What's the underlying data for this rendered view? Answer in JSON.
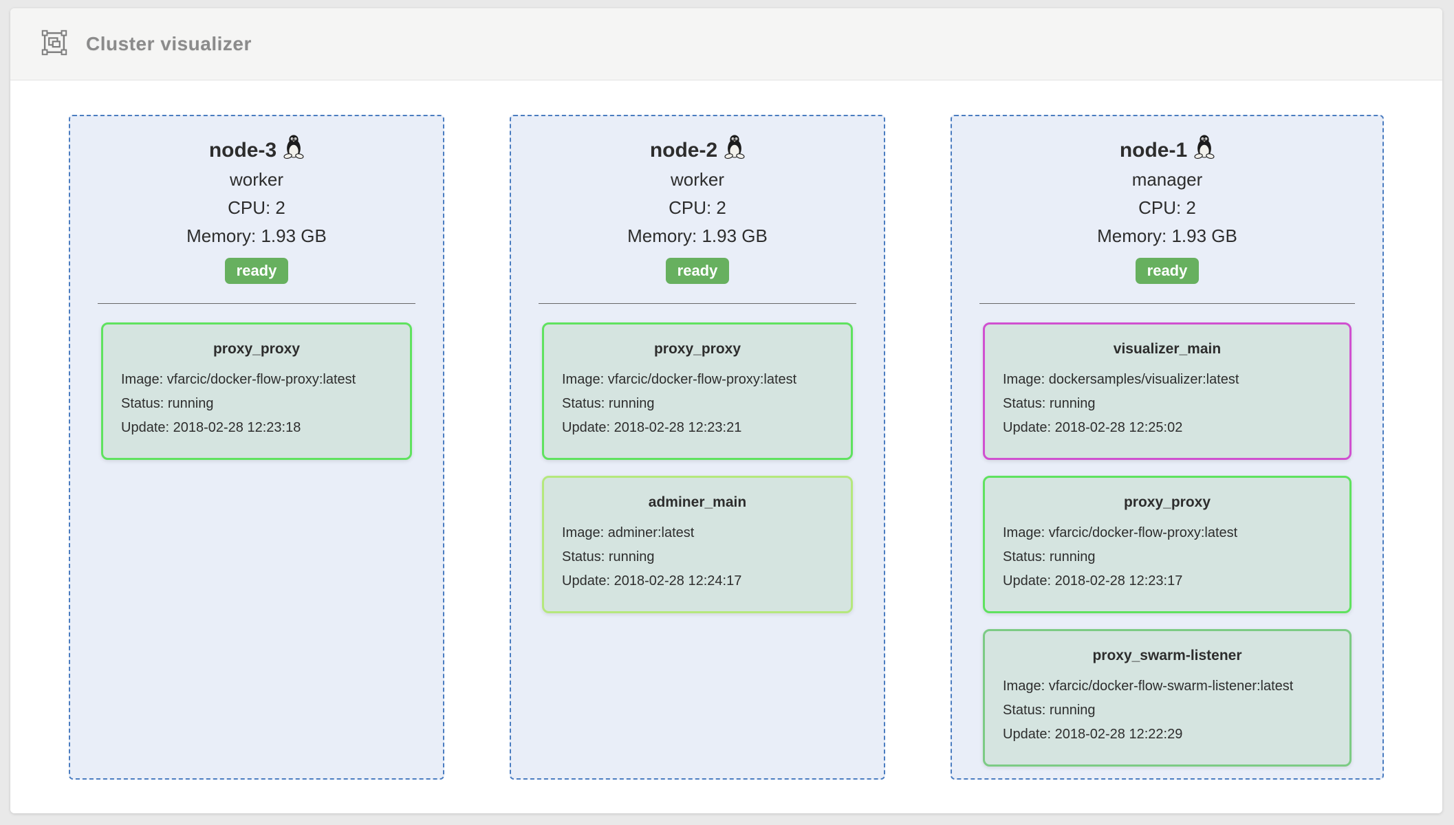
{
  "header": {
    "title": "Cluster visualizer"
  },
  "nodes": [
    {
      "name": "node-3",
      "role": "worker",
      "cpu": "CPU: 2",
      "memory": "Memory: 1.93 GB",
      "status": "ready",
      "containers": [
        {
          "name": "proxy_proxy",
          "image": "Image: vfarcic/docker-flow-proxy:latest",
          "status": "Status: running",
          "update": "Update: 2018-02-28 12:23:18",
          "border_color": "#5fe25f"
        }
      ]
    },
    {
      "name": "node-2",
      "role": "worker",
      "cpu": "CPU: 2",
      "memory": "Memory: 1.93 GB",
      "status": "ready",
      "containers": [
        {
          "name": "proxy_proxy",
          "image": "Image: vfarcic/docker-flow-proxy:latest",
          "status": "Status: running",
          "update": "Update: 2018-02-28 12:23:21",
          "border_color": "#5fe25f"
        },
        {
          "name": "adminer_main",
          "image": "Image: adminer:latest",
          "status": "Status: running",
          "update": "Update: 2018-02-28 12:24:17",
          "border_color": "#b5e87d"
        }
      ]
    },
    {
      "name": "node-1",
      "role": "manager",
      "cpu": "CPU: 2",
      "memory": "Memory: 1.93 GB",
      "status": "ready",
      "containers": [
        {
          "name": "visualizer_main",
          "image": "Image: dockersamples/visualizer:latest",
          "status": "Status: running",
          "update": "Update: 2018-02-28 12:25:02",
          "border_color": "#d050d0"
        },
        {
          "name": "proxy_proxy",
          "image": "Image: vfarcic/docker-flow-proxy:latest",
          "status": "Status: running",
          "update": "Update: 2018-02-28 12:23:17",
          "border_color": "#5fe25f"
        },
        {
          "name": "proxy_swarm-listener",
          "image": "Image: vfarcic/docker-flow-swarm-listener:latest",
          "status": "Status: running",
          "update": "Update: 2018-02-28 12:22:29",
          "border_color": "#7ccb84"
        }
      ]
    }
  ],
  "icons": {
    "header_icon": "cluster-visualizer-icon",
    "node_icon": "linux-tux-icon"
  },
  "colors": {
    "page_bg": "#e9e9e9",
    "window_bg": "#ffffff",
    "header_bg": "#f5f5f4",
    "header_text": "#8b8b8b",
    "header_border": "#e2e2e2",
    "node_bg": "#e9eef8",
    "node_border": "#4a7cc0",
    "node_text": "#2d2d2d",
    "container_bg": "#d5e4e0",
    "ready_bg": "#67b05f",
    "ready_text": "#ffffff",
    "divider": "#666666"
  }
}
